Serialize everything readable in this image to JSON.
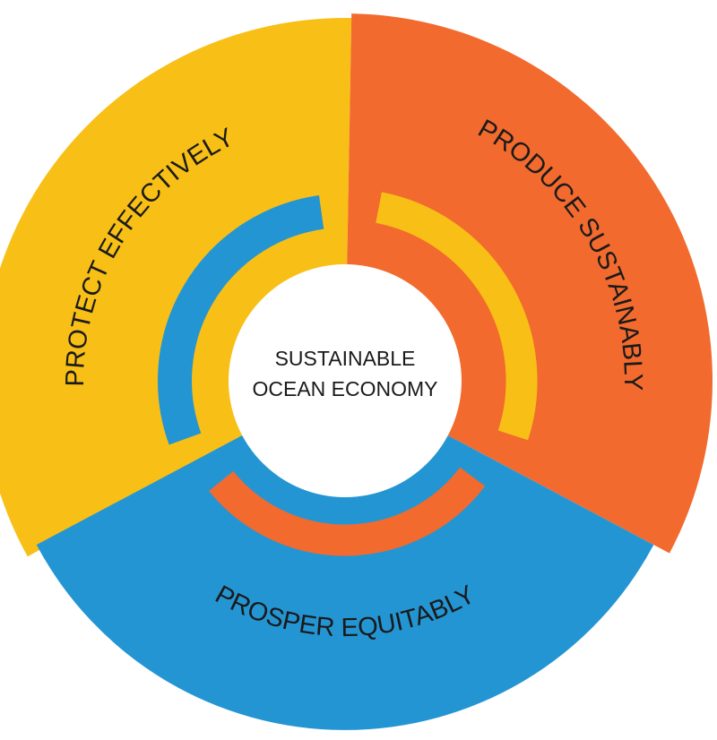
{
  "center": {
    "line1": "SUSTAINABLE",
    "line2": "OCEAN ECONOMY"
  },
  "segments": [
    {
      "id": "protect",
      "label": "PROTECT EFFECTIVELY",
      "color": "#F8BF16"
    },
    {
      "id": "produce",
      "label": "PRODUCE SUSTAINABLY",
      "color": "#F26A2E"
    },
    {
      "id": "prosper",
      "label": "PROSPER EQUITABLY",
      "color": "#2495D3"
    }
  ],
  "colors": {
    "background": "#FFFFFF",
    "hub": "#FFFFFF",
    "text": "#1A1A1A"
  }
}
